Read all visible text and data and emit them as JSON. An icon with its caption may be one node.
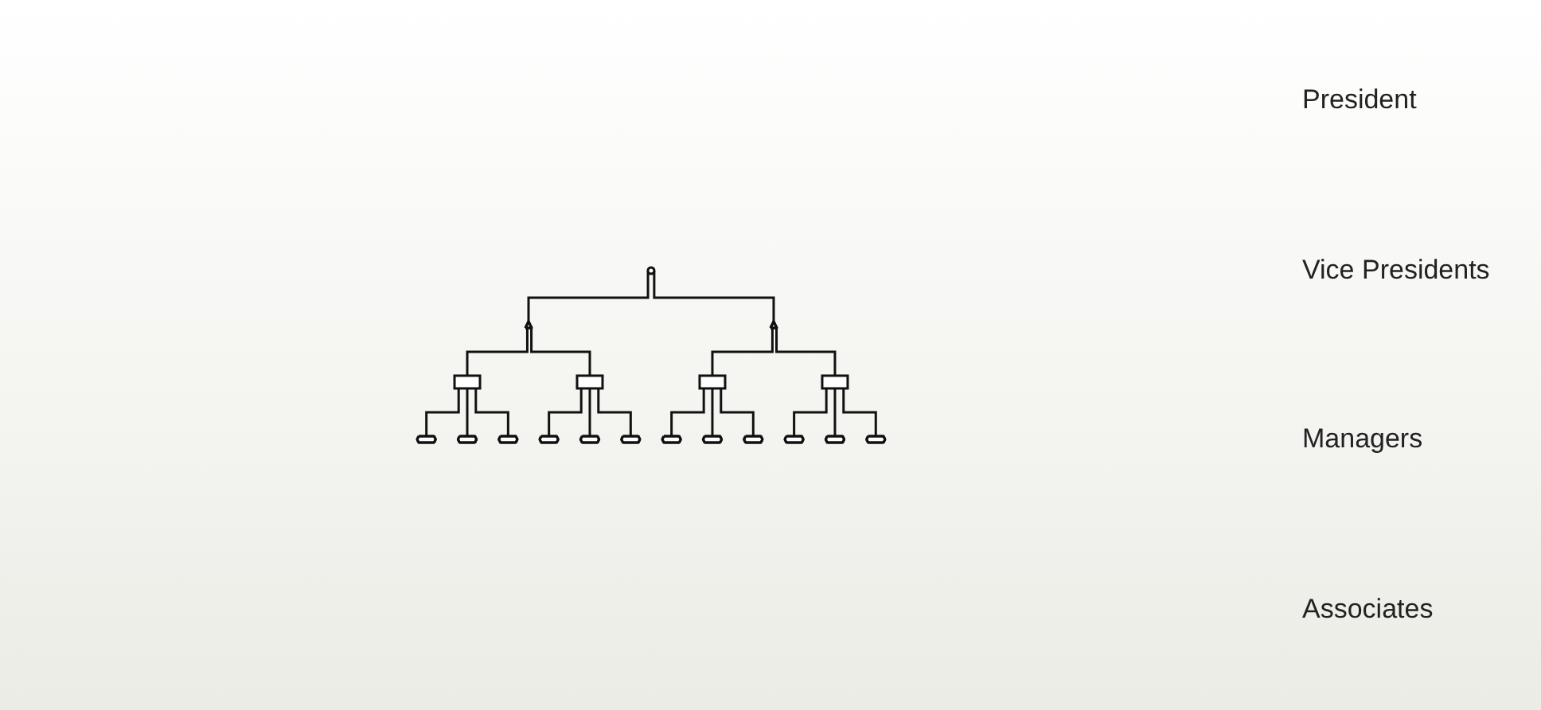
{
  "diagram": {
    "nodes": [
      {
        "text": [],
        "shape": "circle"
      },
      {
        "text": [],
        "shape": "triangle"
      },
      {
        "text": [],
        "shape": "triangle"
      },
      {
        "text": [],
        "shape": "box"
      },
      {
        "text": [],
        "shape": "box"
      },
      {
        "text": [],
        "shape": "box"
      },
      {
        "text": [],
        "shape": "box"
      },
      {
        "text": [],
        "shape": "hexagon"
      },
      {
        "text": [],
        "shape": "hexagon"
      },
      {
        "text": [],
        "shape": "hexagon"
      },
      {
        "text": [],
        "shape": "hexagon"
      },
      {
        "text": [],
        "shape": "hexagon"
      },
      {
        "text": [],
        "shape": "hexagon"
      },
      {
        "text": [],
        "shape": "hexagon"
      },
      {
        "text": [],
        "shape": "hexagon"
      },
      {
        "text": [],
        "shape": "hexagon"
      },
      {
        "text": [],
        "shape": "hexagon"
      },
      {
        "text": [],
        "shape": "hexagon"
      },
      {
        "text": [],
        "shape": "hexagon"
      }
    ],
    "edges": [
      {
        "from": 0,
        "to": 1,
        "arrow": "none"
      },
      {
        "from": 0,
        "to": 2,
        "arrow": "none"
      },
      {
        "from": 1,
        "to": 3,
        "arrow": "none"
      },
      {
        "from": 1,
        "to": 4,
        "arrow": "none"
      },
      {
        "from": 2,
        "to": 5,
        "arrow": "none"
      },
      {
        "from": 2,
        "to": 6,
        "arrow": "none"
      },
      {
        "from": 3,
        "to": 7,
        "arrow": "none"
      },
      {
        "from": 3,
        "to": 8,
        "arrow": "none"
      },
      {
        "from": 3,
        "to": 9,
        "arrow": "none"
      },
      {
        "from": 4,
        "to": 10,
        "arrow": "none"
      },
      {
        "from": 4,
        "to": 11,
        "arrow": "none"
      },
      {
        "from": 4,
        "to": 12,
        "arrow": "none"
      },
      {
        "from": 5,
        "to": 13,
        "arrow": "none"
      },
      {
        "from": 5,
        "to": 14,
        "arrow": "none"
      },
      {
        "from": 5,
        "to": 15,
        "arrow": "none"
      },
      {
        "from": 6,
        "to": 16,
        "arrow": "none"
      },
      {
        "from": 6,
        "to": 17,
        "arrow": "none"
      },
      {
        "from": 6,
        "to": 18,
        "arrow": "none"
      }
    ],
    "labels": [
      "President",
      "Vice Presidents",
      "Managers",
      "Associates"
    ]
  }
}
